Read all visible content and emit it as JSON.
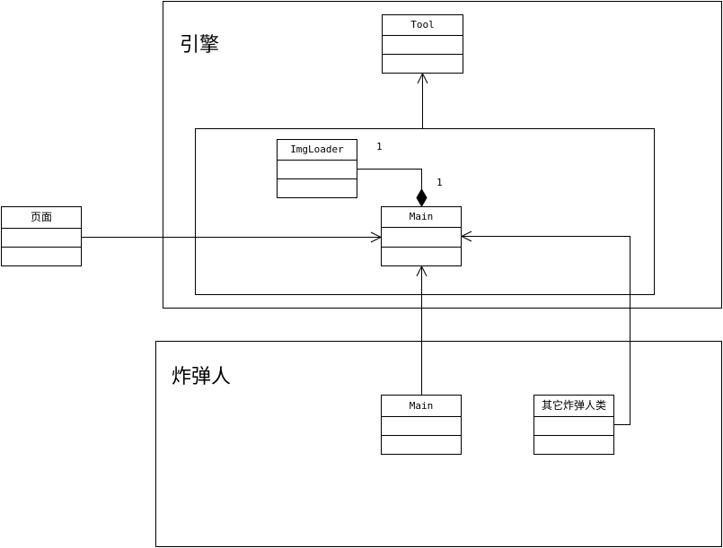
{
  "packages": {
    "engine": {
      "label": "引擎"
    },
    "bomberman": {
      "label": "炸弹人"
    }
  },
  "classes": {
    "tool": {
      "name": "Tool"
    },
    "imgloader": {
      "name": "ImgLoader"
    },
    "engine_main": {
      "name": "Main"
    },
    "page": {
      "name": "页面"
    },
    "bomber_main": {
      "name": "Main"
    },
    "other_bomber": {
      "name": "其它炸弹人类"
    }
  },
  "multiplicity": {
    "imgloader_end": "1",
    "main_end": "1"
  }
}
